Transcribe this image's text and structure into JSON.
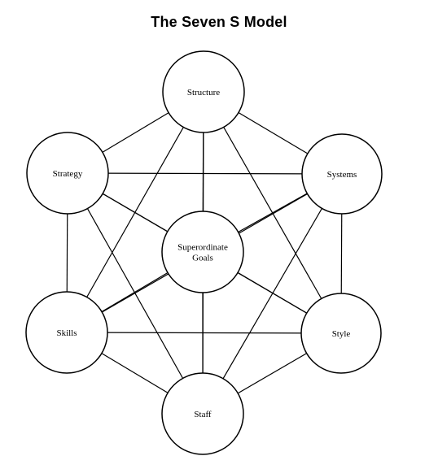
{
  "title": "The Seven S Model",
  "nodes": [
    {
      "id": "structure",
      "lines": [
        "Structure"
      ]
    },
    {
      "id": "strategy",
      "lines": [
        "Strategy"
      ]
    },
    {
      "id": "systems",
      "lines": [
        "Systems"
      ]
    },
    {
      "id": "superordinate-goals",
      "lines": [
        "Superordinate",
        "Goals"
      ]
    },
    {
      "id": "skills",
      "lines": [
        "Skills"
      ]
    },
    {
      "id": "style",
      "lines": [
        "Style"
      ]
    },
    {
      "id": "staff",
      "lines": [
        "Staff"
      ]
    }
  ],
  "edges": [
    [
      "structure",
      "strategy"
    ],
    [
      "structure",
      "systems"
    ],
    [
      "structure",
      "superordinate-goals"
    ],
    [
      "structure",
      "skills"
    ],
    [
      "structure",
      "style"
    ],
    [
      "structure",
      "staff"
    ],
    [
      "strategy",
      "systems"
    ],
    [
      "strategy",
      "superordinate-goals"
    ],
    [
      "strategy",
      "skills"
    ],
    [
      "strategy",
      "style"
    ],
    [
      "strategy",
      "staff"
    ],
    [
      "systems",
      "superordinate-goals"
    ],
    [
      "systems",
      "skills"
    ],
    [
      "systems",
      "style"
    ],
    [
      "systems",
      "staff"
    ],
    [
      "superordinate-goals",
      "skills"
    ],
    [
      "superordinate-goals",
      "style"
    ],
    [
      "superordinate-goals",
      "staff"
    ],
    [
      "skills",
      "style"
    ],
    [
      "skills",
      "staff"
    ],
    [
      "style",
      "staff"
    ]
  ]
}
